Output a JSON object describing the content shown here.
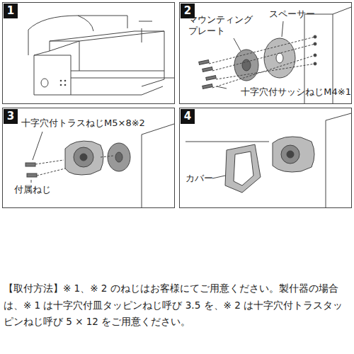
{
  "diagram": {
    "caption": "【取付方法】※ 1、※ 2 のねじはお客様にてご用意ください。製什器の場合は、※ 1 は十字穴付皿タッピンねじ呼び 3.5 を、※ 2 は十字穴付トラスタッピンねじ呼び 5 × 12 をご用意ください。",
    "nodes": [
      {
        "text": [
          "1"
        ]
      },
      {
        "text": [
          "2"
        ]
      },
      {
        "text": [
          "3"
        ]
      },
      {
        "text": [
          "4"
        ]
      }
    ],
    "labels": [
      "マウンティング プレート",
      "スペーサー",
      "十字穴付サッシねじM4※1",
      "十字穴付トラスねじM5×8※2",
      "付属ねじ",
      "カバー"
    ]
  }
}
